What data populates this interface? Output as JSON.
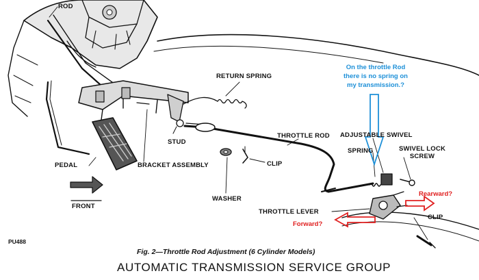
{
  "labels": {
    "rod": "ROD",
    "return_spring": "RETURN SPRING",
    "adjustable_swivel": "ADJUSTABLE SWIVEL",
    "stud": "STUD",
    "throttle_rod": "THROTTLE ROD",
    "spring": "SPRING",
    "swivel_lock_screw_line1": "SWIVEL LOCK",
    "swivel_lock_screw_line2": "SCREW",
    "pedal": "PEDAL",
    "bracket_assembly": "BRACKET ASSEMBLY",
    "clip_upper": "CLIP",
    "washer": "WASHER",
    "front": "FRONT",
    "throttle_lever": "THROTTLE LEVER",
    "clip_lower": "CLIP"
  },
  "annotations": {
    "blue_note": [
      "On the throttle Rod",
      "there is no spring on",
      "my transmission.?"
    ],
    "rearward": "Rearward?",
    "forward": "Forward?",
    "blue_color": "#1e90d8",
    "red_color": "#e02020"
  },
  "figure_code": "PU488",
  "caption": "Fig. 2—Throttle Rod Adjustment (6 Cylinder Models)",
  "footer": "AUTOMATIC TRANSMISSION SERVICE GROUP"
}
